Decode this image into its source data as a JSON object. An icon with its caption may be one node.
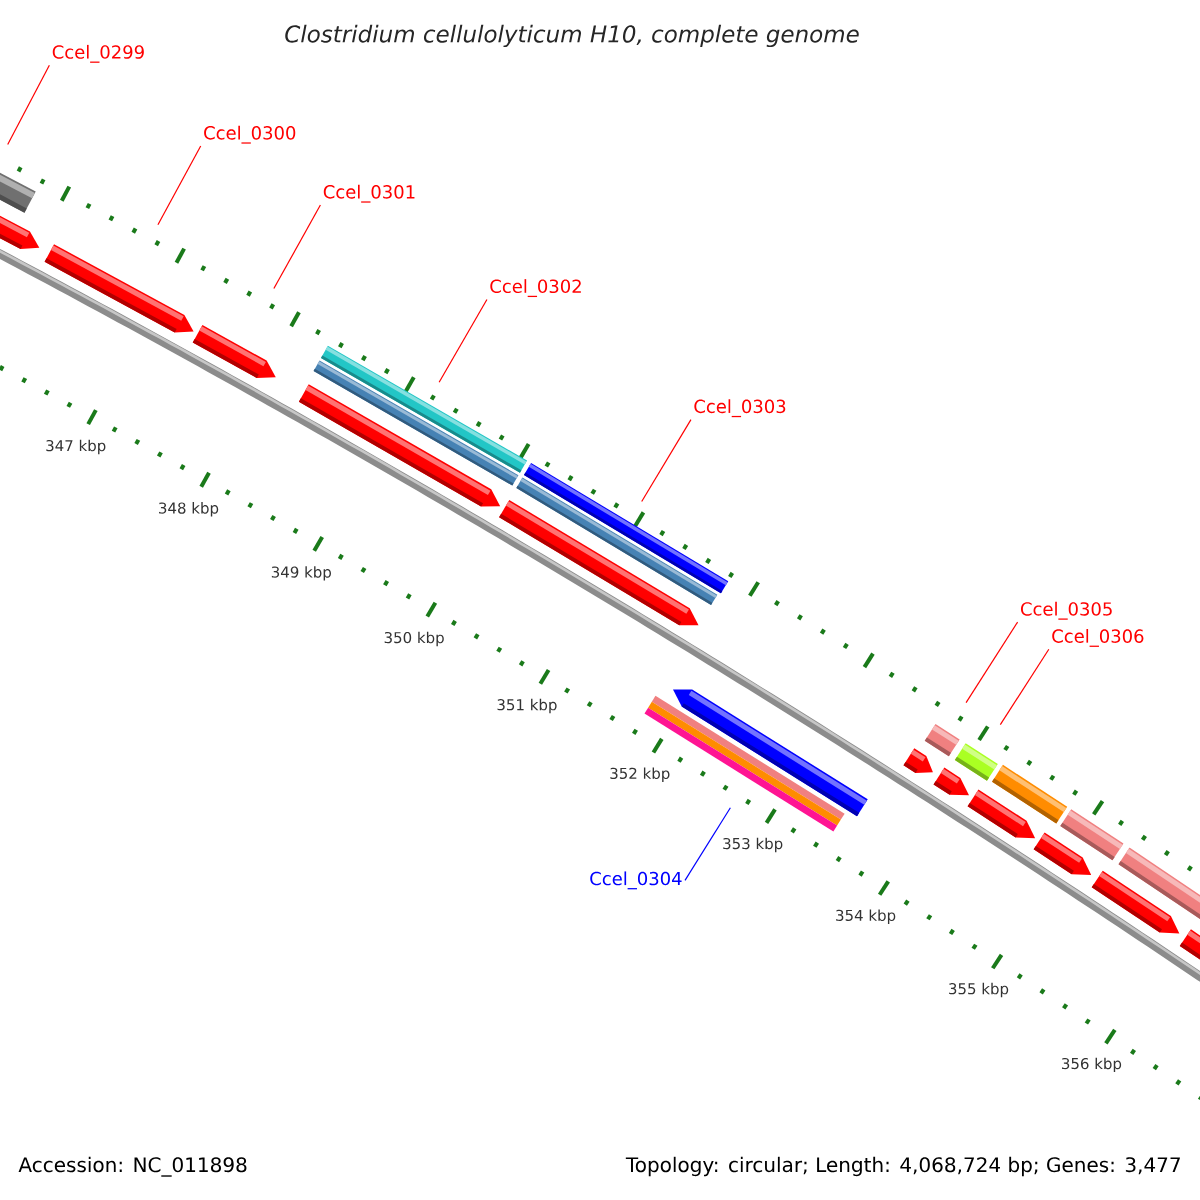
{
  "diagram": {
    "title": "Clostridium cellulolyticum H10, complete genome",
    "nodes": [
      {
        "text": [
          "Ccel_0299"
        ]
      },
      {
        "text": [
          "Ccel_0300"
        ]
      },
      {
        "text": [
          "Ccel_0301"
        ]
      },
      {
        "text": [
          "Ccel_0302"
        ]
      },
      {
        "text": [
          "Ccel_0303"
        ]
      },
      {
        "text": [
          "Ccel_0304"
        ]
      },
      {
        "text": [
          "Ccel_0305"
        ]
      },
      {
        "text": [
          "Ccel_0306"
        ]
      },
      {
        "text": [],
        "shape": "bar"
      },
      {
        "text": [],
        "shape": "bar"
      },
      {
        "text": [],
        "shape": "bar"
      },
      {
        "text": [],
        "shape": "bar"
      },
      {
        "text": [],
        "shape": "bar"
      },
      {
        "text": [],
        "shape": "bar"
      },
      {
        "text": [],
        "shape": "bar"
      },
      {
        "text": [],
        "shape": "bar"
      }
    ],
    "edges": [
      {
        "from": 0,
        "to": 8,
        "arrow": "none"
      },
      {
        "from": 1,
        "to": 9,
        "arrow": "none"
      },
      {
        "from": 2,
        "to": 10,
        "arrow": "none"
      },
      {
        "from": 3,
        "to": 11,
        "arrow": "none"
      },
      {
        "from": 4,
        "to": 12,
        "arrow": "none"
      },
      {
        "from": 5,
        "to": 13,
        "arrow": "none",
        "color": "#0000ff"
      },
      {
        "from": 6,
        "to": 14,
        "arrow": "none"
      },
      {
        "from": 7,
        "to": 15,
        "arrow": "none"
      }
    ],
    "labels": [
      "347 kbp",
      "348 kbp",
      "349 kbp",
      "350 kbp",
      "351 kbp",
      "352 kbp",
      "353 kbp",
      "354 kbp",
      "355 kbp",
      "356 kbp",
      "Accession: NC_011898",
      "Topology: circular; Length: 4,068,724 bp; Genes: 3,477"
    ]
  }
}
